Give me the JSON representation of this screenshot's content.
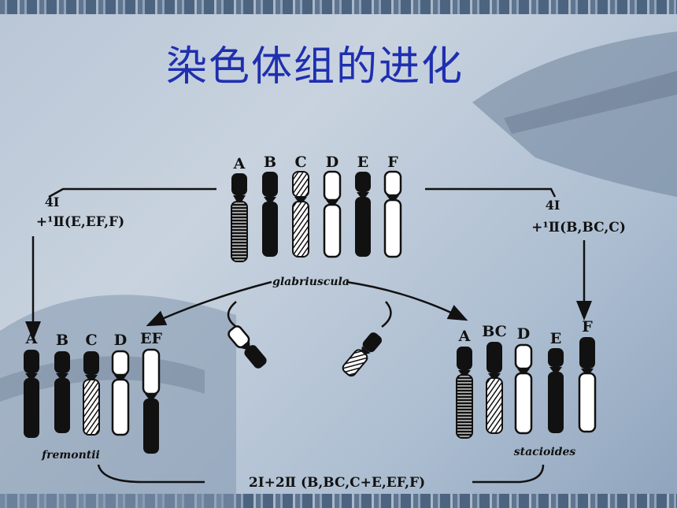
{
  "title": "染色体组的进化",
  "top_set": {
    "labels": [
      "A",
      "B",
      "C",
      "D",
      "E",
      "F"
    ],
    "species": "glabriuscula"
  },
  "left_set": {
    "labels": [
      "A",
      "B",
      "C",
      "D",
      "EF"
    ],
    "species": "fremontii"
  },
  "right_set": {
    "labels": [
      "A",
      "BC",
      "D",
      "E",
      "F"
    ],
    "species": "stacioides"
  },
  "arrows": {
    "left_note_1": "4I",
    "left_note_2": "+¹Ⅱ(E,EF,F)",
    "right_note_1": "4I",
    "right_note_2": "+¹Ⅱ(B,BC,C)",
    "bottom_note": "2Ⅰ+2Ⅱ (B,BC,C+E,EF,F)"
  }
}
